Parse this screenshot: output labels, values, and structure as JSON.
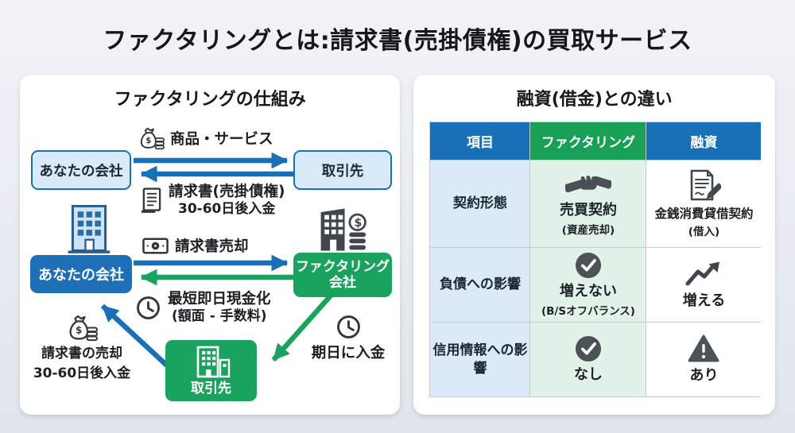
{
  "title": "ファクタリングとは:請求書(売掛債権)の買取サービス",
  "diagram": {
    "title": "ファクタリングの仕組み",
    "nodes": {
      "your_company_top": "あなたの会社",
      "client_top": "取引先",
      "your_company_mid": "あなたの会社",
      "factoring_company_line1": "ファクタリング",
      "factoring_company_line2": "会社",
      "client_bottom": "取引先"
    },
    "flows": {
      "goods_service": "商品・サービス",
      "invoice": "請求書(売掛債権)",
      "invoice_sub": "30-60日後入金",
      "invoice_sale": "請求書売却",
      "instant_cash": "最短即日現金化",
      "instant_cash_sub": "(額面 - 手数料)",
      "invoice_sold": "請求書の売却",
      "invoice_sold_sub": "30-60日後入金",
      "due_date_payment": "期日に入金"
    }
  },
  "comparison": {
    "title": "融資(借金)との違い",
    "headers": [
      "項目",
      "ファクタリング",
      "融資"
    ],
    "rows": [
      {
        "label": "契約形態",
        "factoring_main": "売買契約",
        "factoring_sub": "(資産売却)",
        "factoring_icon": "handshake-icon",
        "loan_main": "金銭消費貸借契約",
        "loan_sub": "(借入)",
        "loan_icon": "contract-pencil-icon"
      },
      {
        "label": "負債への影響",
        "factoring_main": "増えない",
        "factoring_sub": "(B/Sオフバランス)",
        "factoring_icon": "check-circle-icon",
        "loan_main": "増える",
        "loan_icon": "trend-up-icon"
      },
      {
        "label": "信用情報への影響",
        "factoring_main": "なし",
        "factoring_icon": "check-circle-icon",
        "loan_main": "あり",
        "loan_icon": "warning-triangle-icon"
      }
    ]
  },
  "icons": {
    "money_bag": "money-bag-coins-icon",
    "invoice_doc": "invoice-document-icon",
    "banknote": "banknote-icon",
    "clock": "clock-icon",
    "building_blue": "office-building-icon",
    "building_factoring": "factoring-building-coins-icon",
    "building_client": "client-building-icon",
    "handshake": "handshake-icon",
    "contract": "contract-pencil-icon",
    "check": "check-circle-icon",
    "trend_up": "trend-up-arrow-icon",
    "warning": "warning-triangle-icon"
  },
  "colors": {
    "blue": "#1a70b6",
    "dark_blue_box": "#1e6fb5",
    "green": "#1aa35e",
    "header_green": "#18a156",
    "light_blue": "#d9eaf8",
    "light_green": "#e3f2e8",
    "label_blue": "#dce9f6",
    "icon_gray": "#3f464d",
    "page_bg": "#eceef4"
  }
}
